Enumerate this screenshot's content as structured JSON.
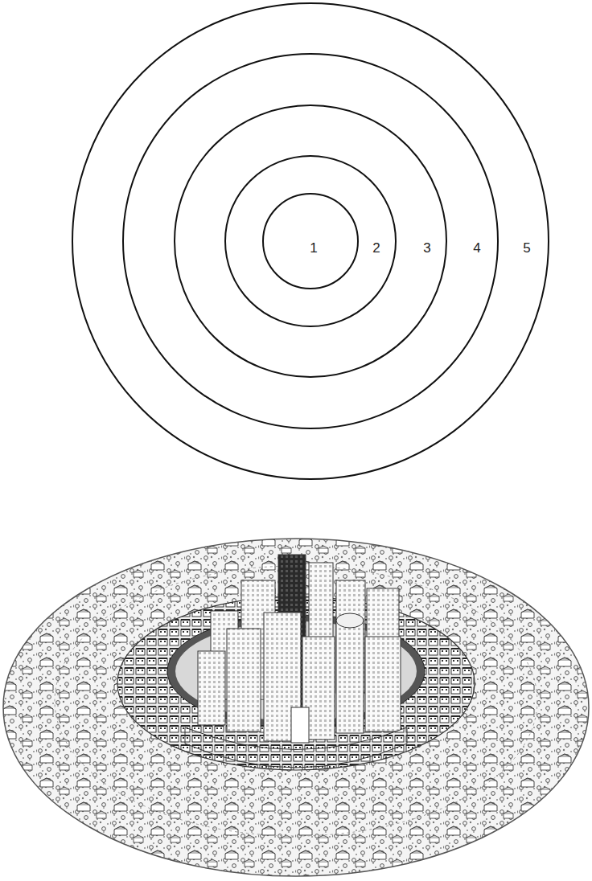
{
  "diagram": {
    "nodes": [
      {
        "text": [
          "5"
        ]
      },
      {
        "text": [
          "4"
        ],
        "in": 0
      },
      {
        "text": [
          "3"
        ],
        "in": 1
      },
      {
        "text": [
          "2"
        ],
        "in": 2
      },
      {
        "text": [
          "1"
        ],
        "in": 3
      }
    ]
  }
}
